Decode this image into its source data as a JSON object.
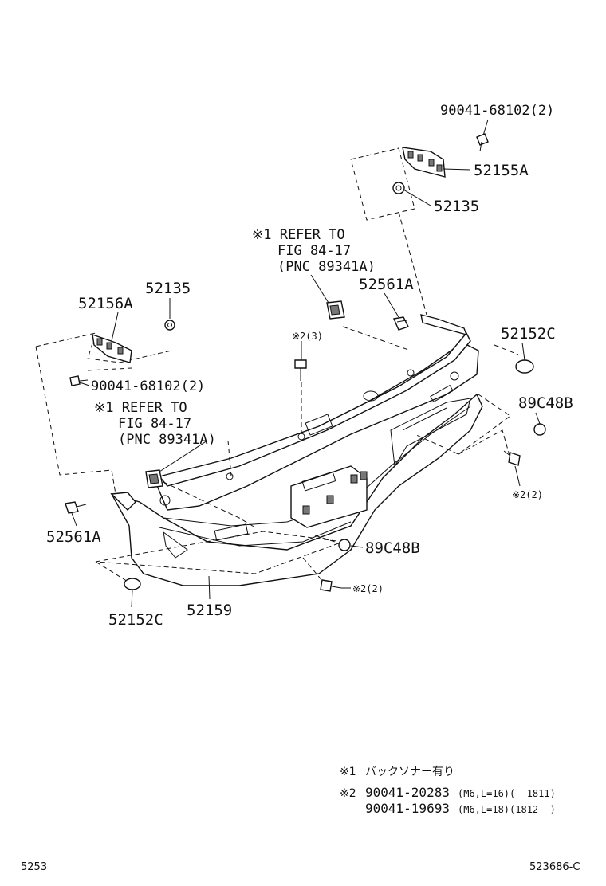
{
  "parts": {
    "bolt_top": "90041-68102(2)",
    "bracket_right": "52155A",
    "nut_right": "52135",
    "ref_center_line1": "※1 REFER TO",
    "ref_center_line2": "FIG 84-17",
    "ref_center_line3": "(PNC 89341A)",
    "clip_right": "52561A",
    "bracket_left": "52156A",
    "nut_left": "52135",
    "cap_right": "52152C",
    "screw_center": "※2(3)",
    "bolt_left": "90041-68102(2)",
    "ref_left_line1": "※1 REFER TO",
    "ref_left_line2": "FIG 84-17",
    "ref_left_line3": "(PNC 89341A)",
    "nut_side_right": "89C48B",
    "screw_side_right": "※2(2)",
    "clip_left": "52561A",
    "nut_bottom": "89C48B",
    "screw_bottom": "※2(2)",
    "cap_left": "52152C",
    "cover": "52159"
  },
  "notes": {
    "note1_mark": "※1",
    "note1_text": "バックソナー有り",
    "note2_mark": "※2",
    "note2_pn1": "90041-20283",
    "note2_spec1": "(M6,L=16)(      -1811)",
    "note2_pn2": "90041-19693",
    "note2_spec2": "(M6,L=18)(1812-      )"
  },
  "footer": {
    "page_code": "5253",
    "figure_code": "523686-C"
  }
}
